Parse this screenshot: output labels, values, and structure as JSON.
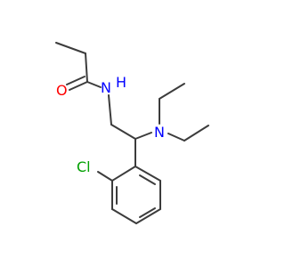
{
  "molecule": {
    "atoms": {
      "oxygen": {
        "label": "O",
        "color": "#ff0000"
      },
      "amide_nitrogen": {
        "label": "N",
        "color": "#0000ff"
      },
      "amide_hydrogen": {
        "label": "H",
        "color": "#0000ff"
      },
      "amine_nitrogen": {
        "label": "N",
        "color": "#0000ff"
      },
      "chlorine": {
        "label": "Cl",
        "color": "#00a000"
      }
    },
    "bond_color": "#3c3c3c"
  }
}
